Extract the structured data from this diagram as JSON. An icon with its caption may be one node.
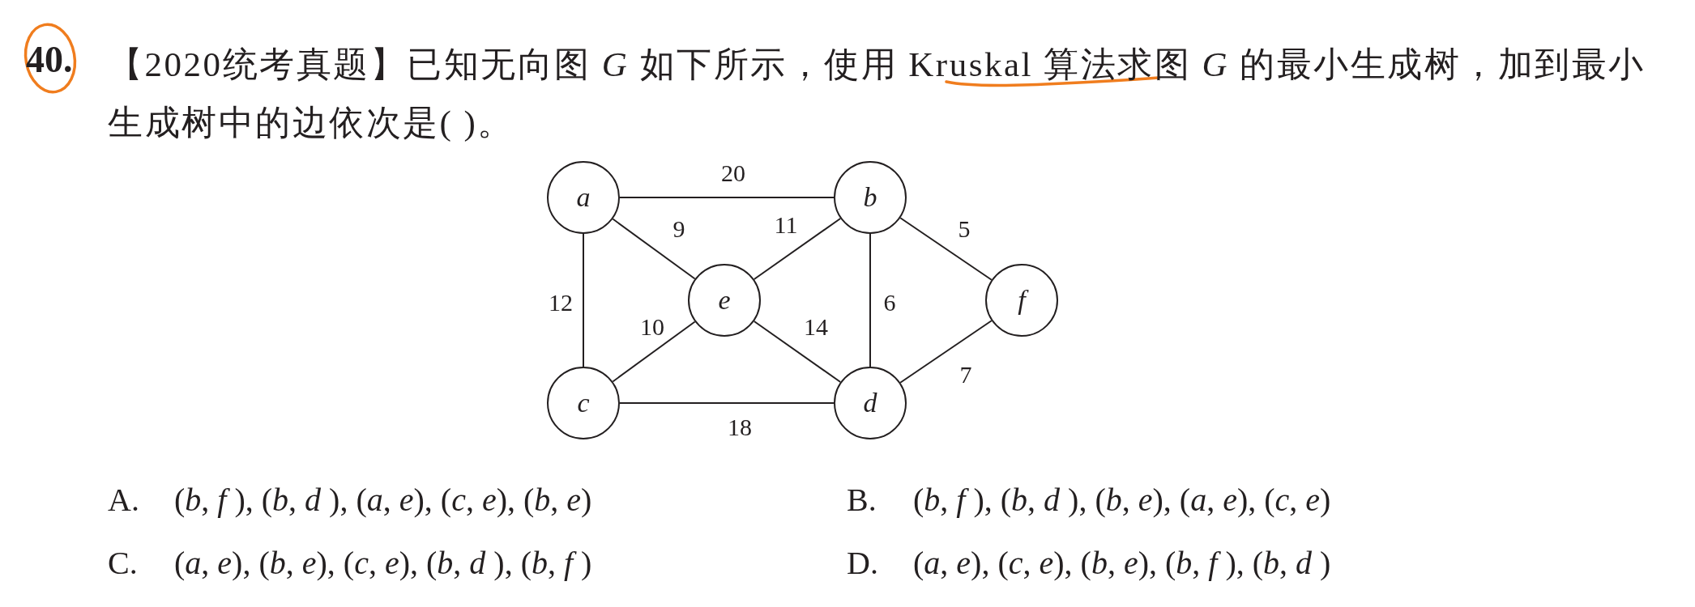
{
  "diagram": {
    "title": "【2020统考真题】已知无向图 *G* 如下所示，使用 Kruskal 算法求图 *G* 的最小生成树，加到最小生成树中的边依次是(  )。",
    "nodes": [
      {
        "text": [
          "a"
        ]
      },
      {
        "text": [
          "b"
        ]
      },
      {
        "text": [
          "e"
        ]
      },
      {
        "text": [
          "f"
        ]
      },
      {
        "text": [
          "c"
        ]
      },
      {
        "text": [
          "d"
        ]
      }
    ],
    "edges": [
      {
        "from": 0,
        "to": 1,
        "arrow": "none",
        "label": "20"
      },
      {
        "from": 0,
        "to": 2,
        "arrow": "none",
        "label": "9"
      },
      {
        "from": 2,
        "to": 1,
        "arrow": "none",
        "label": "11"
      },
      {
        "from": 1,
        "to": 3,
        "arrow": "none",
        "label": "5"
      },
      {
        "from": 0,
        "to": 4,
        "arrow": "none",
        "label": "12"
      },
      {
        "from": 4,
        "to": 2,
        "arrow": "none",
        "label": "10"
      },
      {
        "from": 2,
        "to": 5,
        "arrow": "none",
        "label": "14"
      },
      {
        "from": 1,
        "to": 5,
        "arrow": "none",
        "label": "6"
      },
      {
        "from": 5,
        "to": 3,
        "arrow": "none",
        "label": "7"
      },
      {
        "from": 4,
        "to": 5,
        "arrow": "none",
        "label": "18"
      }
    ],
    "labels": [
      "40.",
      "A.",
      "(*b*, *f* ), (*b*, *d* ), (*a*, *e*), (*c*, *e*), (*b*, *e*)",
      "B.",
      "(*b*, *f* ), (*b*, *d* ), (*b*, *e*), (*a*, *e*), (*c*, *e*)",
      "C.",
      "(*a*, *e*), (*b*, *e*), (*c*, *e*), (*b*, *d* ), (*b*, *f* )",
      "D.",
      "(*a*, *e*), (*c*, *e*), (*b*, *e*), (*b*, *f* ), (*b*, *d* )"
    ]
  }
}
